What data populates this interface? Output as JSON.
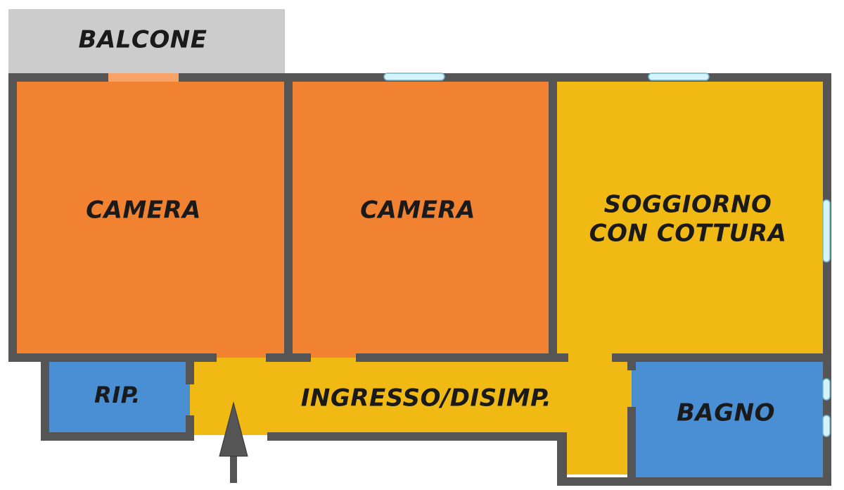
{
  "colors": {
    "camera": "#f08232",
    "soggiorno": "#f0b914",
    "service": "#4a8fd4",
    "balcone": "#cccccc",
    "wall": "#555555",
    "window": "#d6f3fb"
  },
  "rooms": {
    "balcone": "BALCONE",
    "camera_1": "CAMERA",
    "camera_2": "CAMERA",
    "soggiorno_line1": "SOGGIORNO",
    "soggiorno_line2": "CON COTTURA",
    "rip": "RIP.",
    "ingresso": "INGRESSO/DISIMP.",
    "bagno": "BAGNO"
  },
  "icons": {
    "entrance": "entrance-arrow-icon"
  }
}
